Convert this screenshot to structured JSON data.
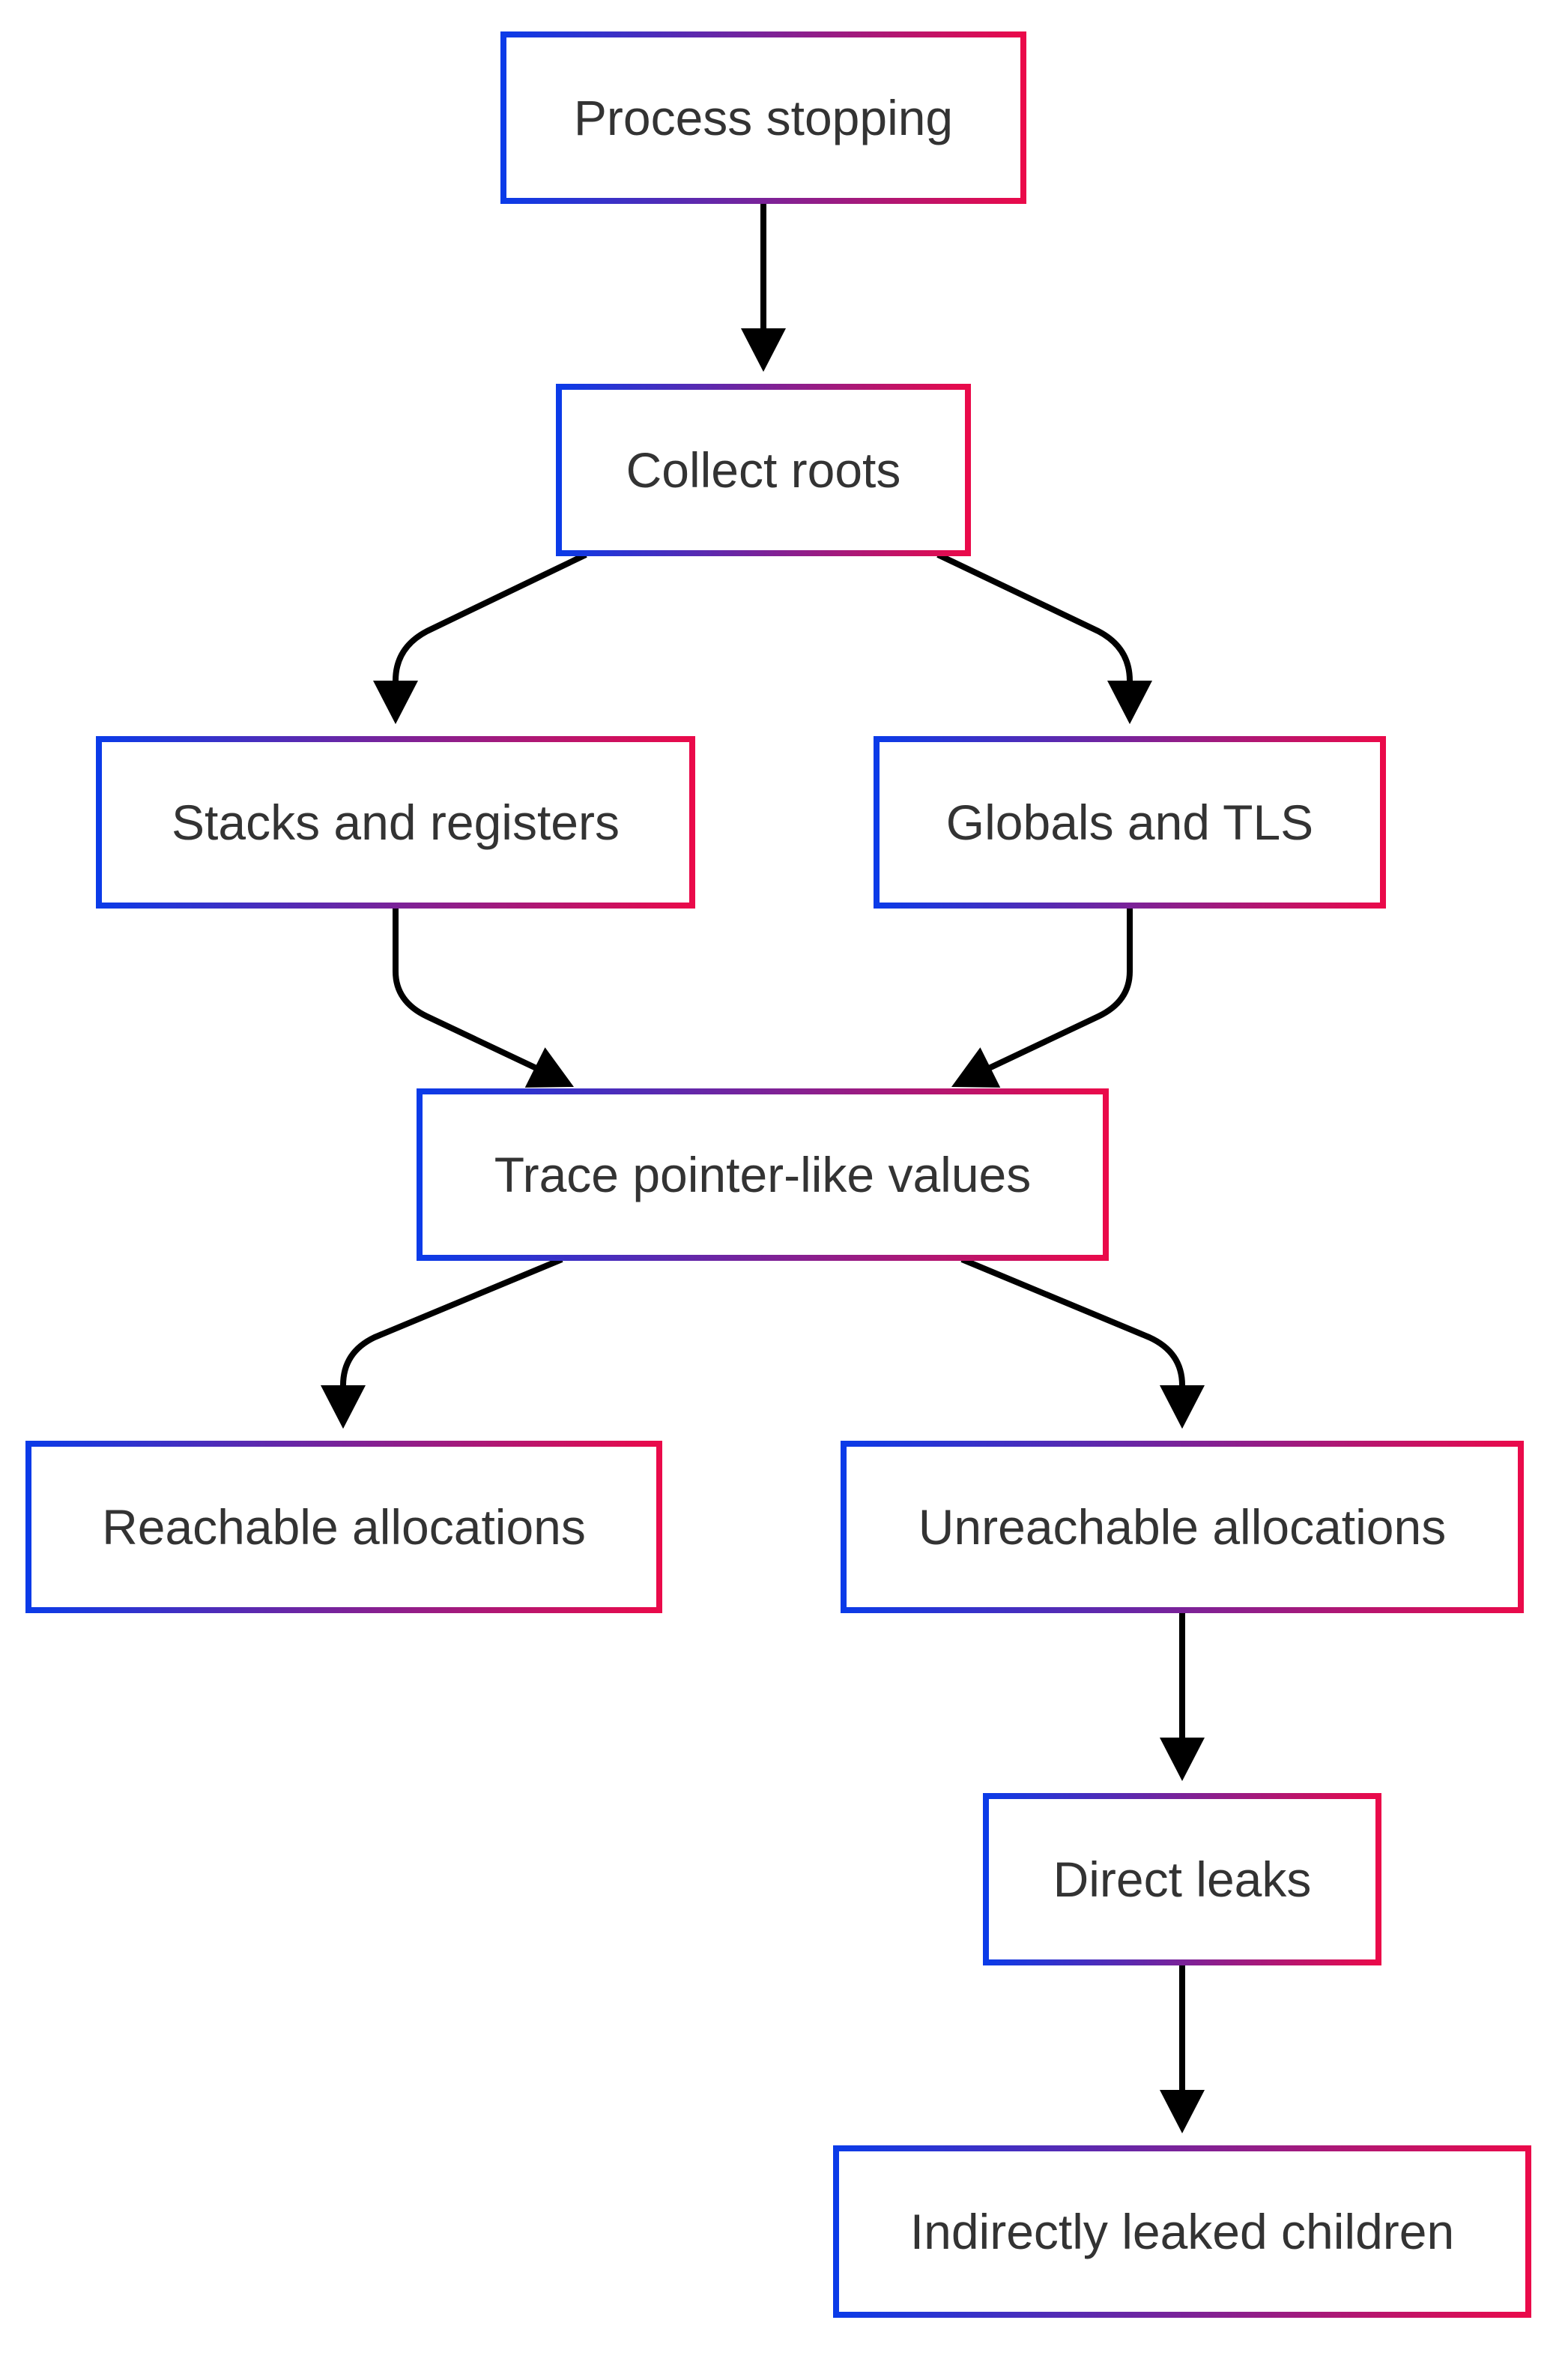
{
  "diagram": {
    "colors": {
      "border_start": "#0b3be8",
      "border_end": "#ea0a4a",
      "text": "#333333",
      "edge": "#000000",
      "background": "#ffffff"
    },
    "nodes": [
      {
        "id": "process-stopping",
        "label": "Process stopping"
      },
      {
        "id": "collect-roots",
        "label": "Collect roots"
      },
      {
        "id": "stacks-and-registers",
        "label": "Stacks and registers"
      },
      {
        "id": "globals-and-tls",
        "label": "Globals and TLS"
      },
      {
        "id": "trace-pointer-like-values",
        "label": "Trace pointer-like values"
      },
      {
        "id": "reachable-allocations",
        "label": "Reachable allocations"
      },
      {
        "id": "unreachable-allocations",
        "label": "Unreachable allocations"
      },
      {
        "id": "direct-leaks",
        "label": "Direct leaks"
      },
      {
        "id": "indirectly-leaked-children",
        "label": "Indirectly leaked children"
      }
    ],
    "edges": [
      {
        "from": "process-stopping",
        "to": "collect-roots"
      },
      {
        "from": "collect-roots",
        "to": "stacks-and-registers"
      },
      {
        "from": "collect-roots",
        "to": "globals-and-tls"
      },
      {
        "from": "stacks-and-registers",
        "to": "trace-pointer-like-values"
      },
      {
        "from": "globals-and-tls",
        "to": "trace-pointer-like-values"
      },
      {
        "from": "trace-pointer-like-values",
        "to": "reachable-allocations"
      },
      {
        "from": "trace-pointer-like-values",
        "to": "unreachable-allocations"
      },
      {
        "from": "unreachable-allocations",
        "to": "direct-leaks"
      },
      {
        "from": "direct-leaks",
        "to": "indirectly-leaked-children"
      }
    ]
  }
}
